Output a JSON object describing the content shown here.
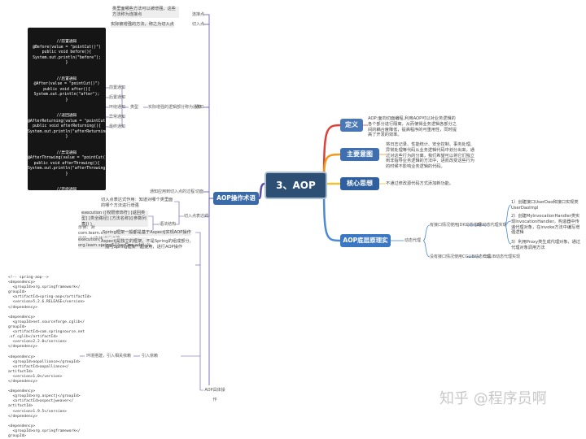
{
  "central": "3、AOP",
  "left_main": "AOP操作术语",
  "left_bottom": "AOP具体操作",
  "right_nodes": {
    "definition": "定义",
    "main_function": "主要意图",
    "core_idea": "核心思想",
    "underlying": "AOP底层原理实现"
  },
  "definition_text": "AOP:面向切面编程,利用AOP可以对业务逻辑的各个部分进行隔离，从而使得业务逻辑各部分之间的耦合度降低，提高程序的可重用性，同时提高了开发的效率。",
  "main_function_text": "将日志记录、性能统计、安全控制、事务处理、异常处理等代码从业务逻辑代码中划分出来，通过对这些行为的分离，我们希望可以将它们独立到非指导业务逻辑的方法中，进而改变这些行为的时候不影响业务逻辑的代码。",
  "core_idea_text": "不通过修改源代码方式添加新功能。",
  "proxy": {
    "label": "动态代理",
    "with_interface": "有接口情况使用JDK动态代理",
    "jdk_label": "JDK动态代理实现",
    "without_interface": "没有接口情况使用CGLIB动态代理",
    "cglib_label": "CGLIB动态代理实现",
    "steps": [
      "1）创建接口UserDao和接口实现类UserDaoImpl",
      "2）创建MyInvocationHandler类实现InvocationHandler，构造器中传递代理对象，在invoke方法中编写增强逻辑",
      "3）利用Proxy类生成代理对象，通过代理对象调用方法"
    ]
  },
  "terms": {
    "joinpoint_desc": "类里面哪些方法可以被增强，这些方法称为连接点",
    "joinpoint": "连接点",
    "pointcut_desc": "实际被增强的方法，称之为切入点",
    "pointcut": "切入点",
    "advice": "通知",
    "advice_desc": "实际增强的逻辑部分称为通知",
    "types_label": "类型",
    "advice_types": [
      "前置通知",
      "后置通知",
      "环绕通知",
      "异常通知",
      "最终通知"
    ],
    "aspect_desc": "通知应用到切入点的过程",
    "aspect": "切面",
    "expression": "切入点表达式",
    "expression_desc": "切入点表达式作用：知道对哪个类里面的哪个方法进行增强",
    "syntax_label": "语法结构",
    "syntax": "execution ([权限修饰符] [返回类型] [类全路径] [方法名称]([参数列表]) )",
    "example": "示例：对com.learn.spring5.UserDao类里面的add方法进行增强",
    "example_code": "execution(* org.learn.spring5.UserDao.add(..))"
  },
  "advice_code": [
    "//前置通知\n@Before(value = \"pointCut()\")\npublic void before(){\nSystem.out.println(\"before\");\n}",
    "//后置通知\n@After(value = \"pointCut()\")\npublic void after(){\nSystem.out.println(\"after\");\n}",
    "//返回通知\n@AfterReturning(value = \"pointCut()\")\npublic void afterReturning(){\nSystem.out.println(\"afterReturning\");\n}",
    "//异常通知\n@AfterThrowing(value = \"pointCut()\")\npublic void afterThrowing(){\nSystem.out.println(\"afterThrowing\");\n}",
    "//环绕通知\n@Around(value = \"pointCut()\")\npublic void around(\nProceedingJoinPoint proceedingJoinPoint){\nSystem.out.println(\"环绕之前\");\ntry {\nproceedingJoinPoint.proceed();\n} catch (Throwable throwable) {\nthrowable.printStackTrace();\n}\nSystem.out.println(\"环绕之后\");\n}"
  ],
  "aop_ops": {
    "framework": "Spring框架一般都是基于AspectJ实现AOP操作",
    "aspectj_desc": "AspectJ是独立的框架，不是Spring的组成部分，一般与Spring框架一起使用，进行AOP操作",
    "deps_label": "引入依赖",
    "deps_step": "环境搭建，引入相关依赖",
    "deps_code": "<!-- spring-aop-->\n<dependency>\n  <groupId>org.springframework</\ngroupId>\n  <artifactId>spring-aop</artifactId>\n  <version>5.2.6.RELEASE</version>\n</dependency>\n\n<dependency>\n  <groupId>net.sourceforge.cglib</\ngroupId>\n  <artifactId>com.springsource.net\n.sf.cglib</artifactId>\n  <version>2.2.0</version>\n</dependency>\n\n<dependency>\n  <groupId>aopalliance</groupId>\n  <artifactId>aopalliance</\nartifactId>\n  <version>1.0</version>\n</dependency>\n\n<dependency>\n  <groupId>org.aspectj</groupId>\n  <artifactId>aspectjweaver</\nartifactId>\n  <version>1.9.5</version>\n</dependency>\n\n<dependency>\n  <groupId>org.springframework</\ngroupId>"
  },
  "watermark": "知乎 @程序员啊",
  "colors": {
    "center": "#2d4f73",
    "left_node": "#3a6aa8",
    "definition": "#f0a52a",
    "main_function": "#f1c232",
    "core_idea": "#2f5f9e",
    "underlying": "#3b78c4",
    "red_branch": "#e0403a",
    "orange_branch": "#f39a1e",
    "yellow_branch": "#f1c232",
    "purple_branch": "#5b4fb0",
    "blue_branch": "#4d8ad1"
  }
}
